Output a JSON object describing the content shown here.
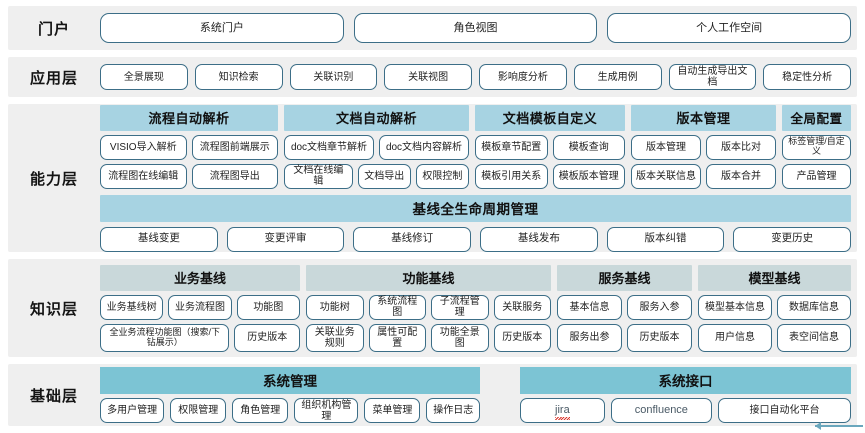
{
  "layers": [
    {
      "label": "门户",
      "buttons": [
        "系统门户",
        "角色视图",
        "个人工作空间"
      ]
    },
    {
      "label": "应用层",
      "buttons": [
        "全景展现",
        "知识检索",
        "关联识别",
        "关联视图",
        "影响度分析",
        "生成用例",
        "自动生成导出文档",
        "稳定性分析"
      ]
    },
    {
      "label": "能力层",
      "groups": [
        {
          "title": "流程自动解析",
          "rows": [
            [
              "VISIO导入解析",
              "流程图前端展示"
            ],
            [
              "流程图在线编辑",
              "流程图导出"
            ]
          ]
        },
        {
          "title": "文档自动解析",
          "rows": [
            [
              "doc文档章节解析",
              "doc文档内容解析"
            ],
            [
              "文档在线编辑",
              "文档导出",
              "权限控制"
            ]
          ]
        },
        {
          "title": "文档模板自定义",
          "rows": [
            [
              "模板章节配置",
              "模板查询"
            ],
            [
              "模板引用关系",
              "模板版本管理"
            ]
          ]
        },
        {
          "title": "版本管理",
          "rows": [
            [
              "版本管理",
              "版本比对"
            ],
            [
              "版本关联信息",
              "版本合并"
            ]
          ]
        },
        {
          "title": "全局配置",
          "rows": [
            [
              "标签管理/自定义"
            ],
            [
              "产品管理"
            ]
          ]
        }
      ],
      "lifecycle": {
        "title": "基线全生命周期管理",
        "buttons": [
          "基线变更",
          "变更评审",
          "基线修订",
          "基线发布",
          "版本纠错",
          "变更历史"
        ]
      }
    },
    {
      "label": "知识层",
      "groups": [
        {
          "title": "业务基线",
          "rows": [
            [
              "业务基线树",
              "业务流程图",
              "功能图"
            ],
            [
              "全业务流程功能图（搜索/下钻展示）",
              "历史版本"
            ]
          ]
        },
        {
          "title": "功能基线",
          "rows": [
            [
              "功能树",
              "系统流程图",
              "子流程管理",
              "关联服务"
            ],
            [
              "关联业务规则",
              "属性可配置",
              "功能全景图",
              "历史版本"
            ]
          ]
        },
        {
          "title": "服务基线",
          "rows": [
            [
              "基本信息",
              "服务入参"
            ],
            [
              "服务出参",
              "历史版本"
            ]
          ]
        },
        {
          "title": "模型基线",
          "rows": [
            [
              "模型基本信息",
              "数据库信息"
            ],
            [
              "用户信息",
              "表空间信息"
            ]
          ]
        }
      ]
    },
    {
      "label": "基础层",
      "groups": [
        {
          "title": "系统管理",
          "rows": [
            [
              "多用户管理",
              "权限管理",
              "角色管理",
              "组织机构管理",
              "菜单管理",
              "操作日志"
            ]
          ]
        },
        {
          "title": "系统接口",
          "rows": [
            [
              "jira",
              "confluence",
              "接口自动化平台"
            ]
          ]
        }
      ]
    }
  ],
  "colors": {
    "band_bg": "#efefef",
    "pill_border": "#3c6e87",
    "capability_head": "#a7d3e2",
    "knowledge_head": "#c9d8da",
    "base_head": "#7cc4d4",
    "arrow": "#6aa7bd"
  }
}
